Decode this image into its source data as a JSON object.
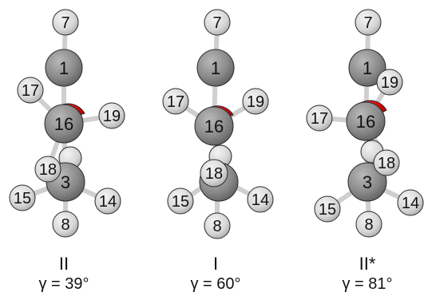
{
  "figure": {
    "panels": [
      {
        "id": "II",
        "label": "II",
        "angle_text": "γ = 39°",
        "atoms": {
          "a7": "7",
          "a1": "1",
          "a17": "17",
          "a19": "19",
          "a16": "16",
          "a18": "18",
          "a3": "3",
          "a15": "15",
          "a14": "14",
          "a8": "8"
        }
      },
      {
        "id": "I",
        "label": "I",
        "angle_text": "γ = 60°",
        "atoms": {
          "a7": "7",
          "a1": "1",
          "a17": "17",
          "a19": "19",
          "a16": "16",
          "a18": "18",
          "a15": "15",
          "a14": "14",
          "a8": "8"
        }
      },
      {
        "id": "II-star",
        "label": "II*",
        "angle_text": "γ = 81°",
        "atoms": {
          "a7": "7",
          "a1": "1",
          "a19": "19",
          "a17": "17",
          "a16": "16",
          "a18": "18",
          "a3": "3",
          "a15": "15",
          "a14": "14",
          "a8": "8"
        }
      }
    ],
    "colors": {
      "carbon": "#8a8a8a",
      "hydrogen": "#d6d6d6",
      "oxygen": "#dd0000",
      "bond": "#c8c8c8",
      "outline": "#2a2a2a"
    }
  }
}
